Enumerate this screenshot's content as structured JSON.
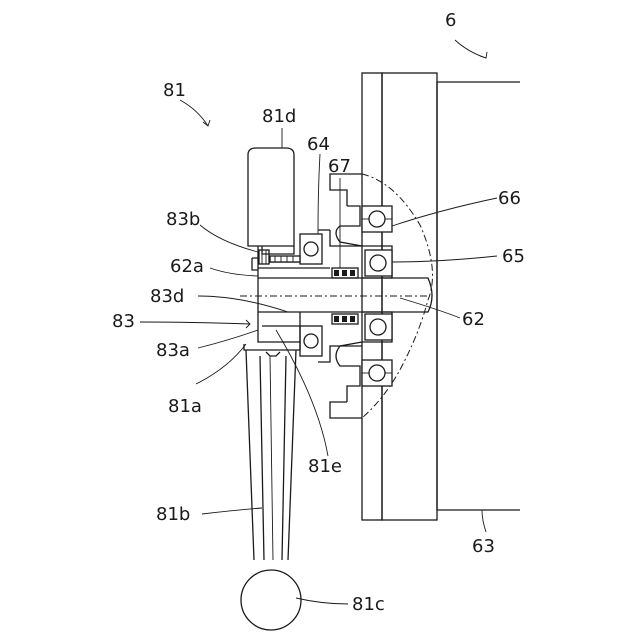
{
  "labels": {
    "l_6": "6",
    "l_81": "81",
    "l_81d": "81d",
    "l_64": "64",
    "l_67": "67",
    "l_66": "66",
    "l_83b": "83b",
    "l_65": "65",
    "l_62a": "62a",
    "l_83d": "83d",
    "l_83": "83",
    "l_62": "62",
    "l_83a": "83a",
    "l_81a": "81a",
    "l_81e": "81e",
    "l_81b": "81b",
    "l_63": "63",
    "l_81c": "81c"
  }
}
